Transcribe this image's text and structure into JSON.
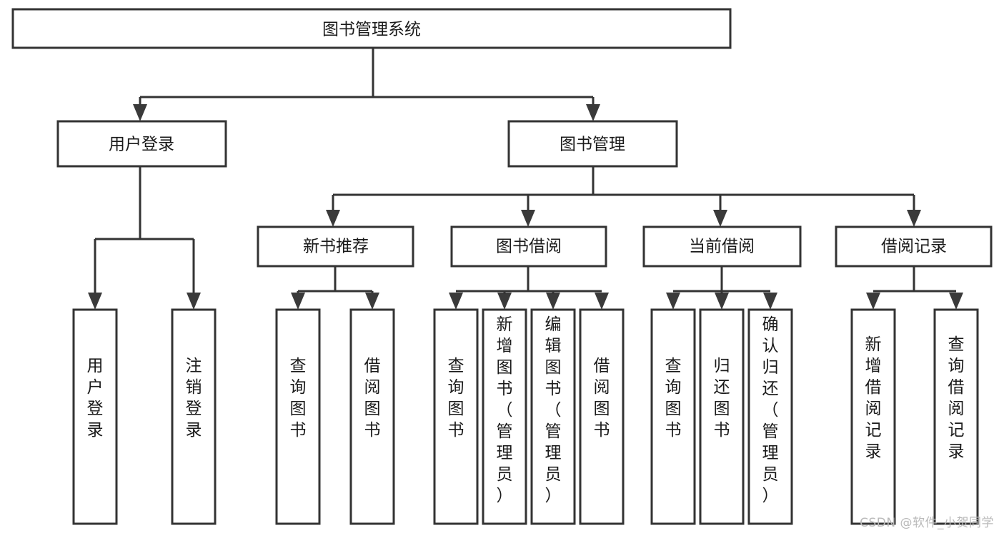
{
  "diagram": {
    "type": "tree",
    "title": "图书管理系统",
    "watermark": "CSDN @软件_小贺同学",
    "colors": {
      "box_stroke": "#333333",
      "box_fill": "#ffffff",
      "connector": "#333333",
      "text": "#1a1a1a",
      "watermark": "#b9b9b9",
      "background": "#ffffff"
    },
    "levels": {
      "root": {
        "label": "图书管理系统"
      },
      "level2": [
        {
          "id": "user-login",
          "label": "用户登录"
        },
        {
          "id": "book-management",
          "label": "图书管理"
        }
      ],
      "level3": [
        {
          "id": "new-book-recommend",
          "label": "新书推荐",
          "parent": "book-management"
        },
        {
          "id": "book-borrow",
          "label": "图书借阅",
          "parent": "book-management"
        },
        {
          "id": "current-borrow",
          "label": "当前借阅",
          "parent": "book-management"
        },
        {
          "id": "borrow-record",
          "label": "借阅记录",
          "parent": "book-management"
        }
      ],
      "leaves": [
        {
          "id": "leaf-user-login",
          "label": "用户登录",
          "parent": "user-login"
        },
        {
          "id": "leaf-logout-login",
          "label": "注销登录",
          "parent": "user-login"
        },
        {
          "id": "leaf-query-book-1",
          "label": "查询图书",
          "parent": "new-book-recommend"
        },
        {
          "id": "leaf-borrow-book-1",
          "label": "借阅图书",
          "parent": "new-book-recommend"
        },
        {
          "id": "leaf-query-book-2",
          "label": "查询图书",
          "parent": "book-borrow"
        },
        {
          "id": "leaf-add-book",
          "label": "新增图书（管理员）",
          "parent": "book-borrow"
        },
        {
          "id": "leaf-edit-book",
          "label": "编辑图书（管理员）",
          "parent": "book-borrow"
        },
        {
          "id": "leaf-borrow-book-2",
          "label": "借阅图书",
          "parent": "book-borrow"
        },
        {
          "id": "leaf-query-book-3",
          "label": "查询图书",
          "parent": "current-borrow"
        },
        {
          "id": "leaf-return-book",
          "label": "归还图书",
          "parent": "current-borrow"
        },
        {
          "id": "leaf-confirm-return",
          "label": "确认归还（管理员）",
          "parent": "current-borrow"
        },
        {
          "id": "leaf-add-record",
          "label": "新增借阅记录",
          "parent": "borrow-record"
        },
        {
          "id": "leaf-query-record",
          "label": "查询借阅记录",
          "parent": "borrow-record"
        }
      ]
    }
  }
}
